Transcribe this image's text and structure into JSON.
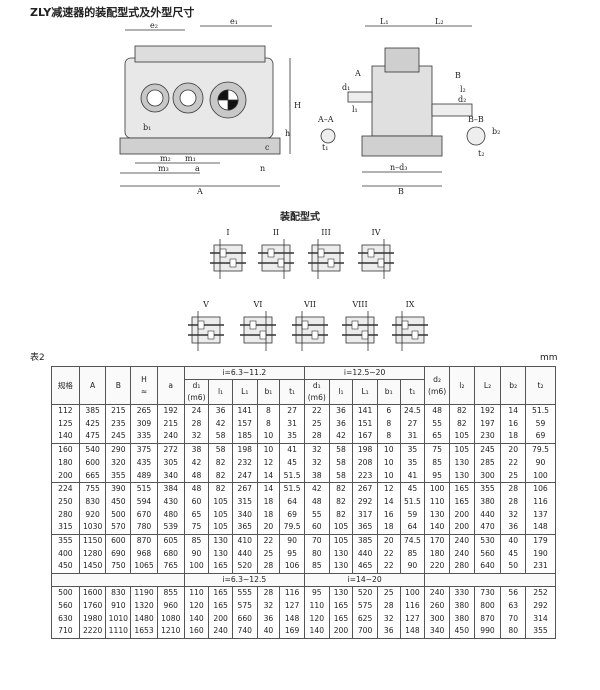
{
  "page_title": "ZLY减速器的装配型式及外型尺寸",
  "drawing_labels": {
    "e2": "e₂",
    "e1": "e₁",
    "L1": "L₁",
    "L2": "L₂",
    "A_sec": "A",
    "H": "H",
    "B_sec": "B",
    "AA": "A–A",
    "BB": "B–B",
    "h": "h",
    "b1": "b₁",
    "t1": "t₁",
    "m2": "m₂",
    "m1": "m₁",
    "m3": "m₃",
    "a": "a",
    "c": "c",
    "n": "n",
    "A": "A",
    "B": "B",
    "t2": "t₂",
    "b2": "b₂",
    "d1": "d₁",
    "d2": "d₂",
    "ndi": "n–d₃",
    "l1": "l₁",
    "l2": "l₂"
  },
  "configs_title": "装配型式",
  "configs": [
    "I",
    "II",
    "III",
    "IV",
    "V",
    "VI",
    "VII",
    "VIII",
    "IX"
  ],
  "table_label": "表2",
  "unit": "mm",
  "headers": {
    "spec": "规格",
    "A": "A",
    "B": "B",
    "H": "H",
    "H_approx": "≈",
    "a": "a",
    "range1": "i=6.3~11.2",
    "range2": "i=12.5~20",
    "d1": "d₁",
    "m6": "(m6)",
    "l1": "l₁",
    "L1": "L₁",
    "b1": "b₁",
    "t1": "t₁",
    "d2": "d₂",
    "l2": "l₂",
    "L2": "L₂",
    "b2": "b₂",
    "t2": "t₂",
    "mid_range1": "i=6.3~12.5",
    "mid_range2": "i=14~20"
  },
  "groups": [
    {
      "rows": [
        [
          "112",
          "385",
          "215",
          "265",
          "192",
          "24",
          "36",
          "141",
          "8",
          "27",
          "22",
          "36",
          "141",
          "6",
          "24.5",
          "48",
          "82",
          "192",
          "14",
          "51.5"
        ],
        [
          "125",
          "425",
          "235",
          "309",
          "215",
          "28",
          "42",
          "157",
          "8",
          "31",
          "25",
          "36",
          "151",
          "8",
          "27",
          "55",
          "82",
          "197",
          "16",
          "59"
        ],
        [
          "140",
          "475",
          "245",
          "335",
          "240",
          "32",
          "58",
          "185",
          "10",
          "35",
          "28",
          "42",
          "167",
          "8",
          "31",
          "65",
          "105",
          "230",
          "18",
          "69"
        ]
      ]
    },
    {
      "rows": [
        [
          "160",
          "540",
          "290",
          "375",
          "272",
          "38",
          "58",
          "198",
          "10",
          "41",
          "32",
          "58",
          "198",
          "10",
          "35",
          "75",
          "105",
          "245",
          "20",
          "79.5"
        ],
        [
          "180",
          "600",
          "320",
          "435",
          "305",
          "42",
          "82",
          "232",
          "12",
          "45",
          "32",
          "58",
          "208",
          "10",
          "35",
          "85",
          "130",
          "285",
          "22",
          "90"
        ],
        [
          "200",
          "665",
          "355",
          "489",
          "340",
          "48",
          "82",
          "247",
          "14",
          "51.5",
          "38",
          "58",
          "223",
          "10",
          "41",
          "95",
          "130",
          "300",
          "25",
          "100"
        ]
      ]
    },
    {
      "rows": [
        [
          "224",
          "755",
          "390",
          "515",
          "384",
          "48",
          "82",
          "267",
          "14",
          "51.5",
          "42",
          "82",
          "267",
          "12",
          "45",
          "100",
          "165",
          "355",
          "28",
          "106"
        ],
        [
          "250",
          "830",
          "450",
          "594",
          "430",
          "60",
          "105",
          "315",
          "18",
          "64",
          "48",
          "82",
          "292",
          "14",
          "51.5",
          "110",
          "165",
          "380",
          "28",
          "116"
        ],
        [
          "280",
          "920",
          "500",
          "670",
          "480",
          "65",
          "105",
          "340",
          "18",
          "69",
          "55",
          "82",
          "317",
          "16",
          "59",
          "130",
          "200",
          "440",
          "32",
          "137"
        ],
        [
          "315",
          "1030",
          "570",
          "780",
          "539",
          "75",
          "105",
          "365",
          "20",
          "79.5",
          "60",
          "105",
          "365",
          "18",
          "64",
          "140",
          "200",
          "470",
          "36",
          "148"
        ]
      ]
    },
    {
      "rows": [
        [
          "355",
          "1150",
          "600",
          "870",
          "605",
          "85",
          "130",
          "410",
          "22",
          "90",
          "70",
          "105",
          "385",
          "20",
          "74.5",
          "170",
          "240",
          "530",
          "40",
          "179"
        ],
        [
          "400",
          "1280",
          "690",
          "968",
          "680",
          "90",
          "130",
          "440",
          "25",
          "95",
          "80",
          "130",
          "440",
          "22",
          "85",
          "180",
          "240",
          "560",
          "45",
          "190"
        ],
        [
          "450",
          "1450",
          "750",
          "1065",
          "765",
          "100",
          "165",
          "520",
          "28",
          "106",
          "85",
          "130",
          "465",
          "22",
          "90",
          "220",
          "280",
          "640",
          "50",
          "231"
        ]
      ]
    },
    {
      "mid": true
    },
    {
      "rows": [
        [
          "500",
          "1600",
          "830",
          "1190",
          "855",
          "110",
          "165",
          "555",
          "28",
          "116",
          "95",
          "130",
          "520",
          "25",
          "100",
          "240",
          "330",
          "730",
          "56",
          "252"
        ],
        [
          "560",
          "1760",
          "910",
          "1320",
          "960",
          "120",
          "165",
          "575",
          "32",
          "127",
          "110",
          "165",
          "575",
          "28",
          "116",
          "260",
          "380",
          "800",
          "63",
          "292"
        ],
        [
          "630",
          "1980",
          "1010",
          "1480",
          "1080",
          "140",
          "200",
          "660",
          "36",
          "148",
          "120",
          "165",
          "625",
          "32",
          "127",
          "300",
          "380",
          "870",
          "70",
          "314"
        ],
        [
          "710",
          "2220",
          "1110",
          "1653",
          "1210",
          "160",
          "240",
          "740",
          "40",
          "169",
          "140",
          "200",
          "700",
          "36",
          "148",
          "340",
          "450",
          "990",
          "80",
          "355"
        ]
      ]
    }
  ]
}
